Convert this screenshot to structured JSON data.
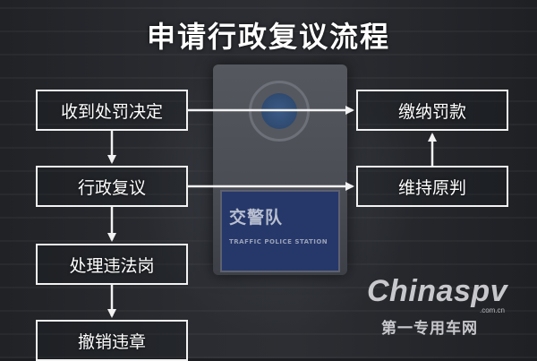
{
  "title": "申请行政复议流程",
  "steps": {
    "receive_decision": "收到处罚决定",
    "pay_fine": "缴纳罚款",
    "review": "行政复议",
    "uphold": "维持原判",
    "handle_violation": "处理违法岗",
    "revoke": "撤销违章"
  },
  "background_sign": {
    "text": "交警队",
    "subtext": "TRAFFIC POLICE STATION"
  },
  "watermark": {
    "brand": "Chinaspv",
    "domain": ".com.cn",
    "cn": "第一专用车网"
  }
}
